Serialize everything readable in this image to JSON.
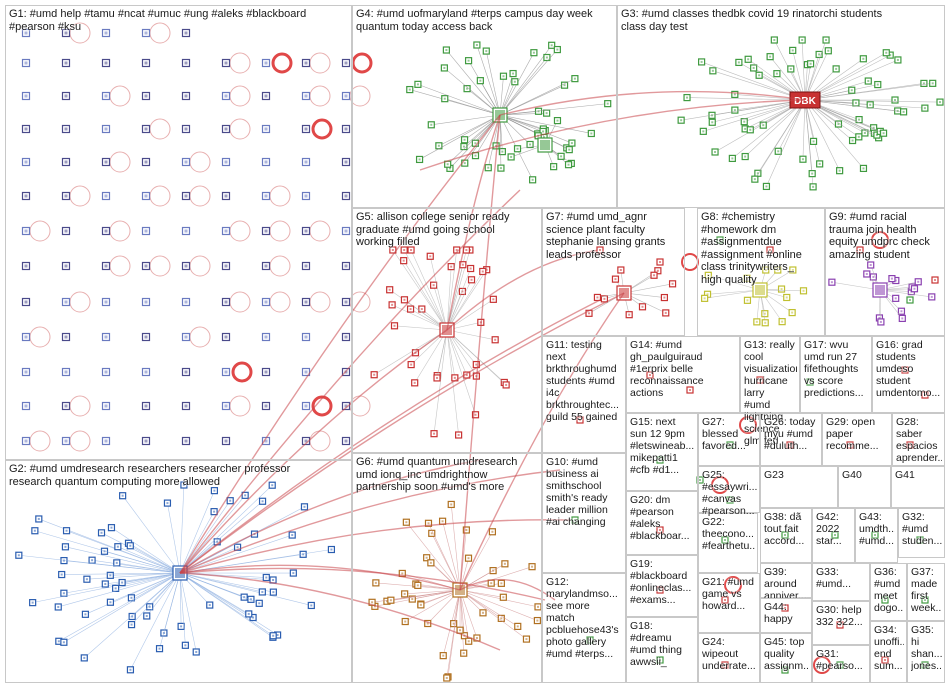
{
  "groups": [
    {
      "id": "G1",
      "text": "G1: #umd help #tamu #ncat #umuc #ung #aleks #blackboard\n#pearson #ksu"
    },
    {
      "id": "G2",
      "text": "G2: #umd umdresearch researchers researcher professor\nresearch quantum computing more allowed"
    },
    {
      "id": "G3",
      "text": "G3: #umd classes thedbk covid 19 rinatorchi students\nclass day test"
    },
    {
      "id": "G4",
      "text": "G4: #umd uofmaryland #terps campus day week\nquantum today access back"
    },
    {
      "id": "G5",
      "text": "G5: allison college senior ready\ngraduate #umd going school\nworking filled"
    },
    {
      "id": "G6",
      "text": "G6: #umd quantum umdresearch\numd ionq_inc umdrightnow\npartnership soon #umd's more"
    },
    {
      "id": "G7",
      "text": "G7: #umd umd_agnr\nscience plant faculty\nstephanie lansing grants\nleads professor"
    },
    {
      "id": "G8",
      "text": "G8: #chemistry\n#homework dm\n#assignmentdue\n#assignment #online\nclass trinitywriters_\nhigh quality"
    },
    {
      "id": "G9",
      "text": "G9: #umd racial\ntrauma join health\nequity umdprc check\namazing student"
    },
    {
      "id": "G10",
      "text": "G10: #umd\nbusiness ai\nsmithschool\nsmith's ready\nleader million\n#ai changing"
    },
    {
      "id": "G11",
      "text": "G11: testing\nnext\nbrkthroughumd\nstudents #umd\ni4c\nbrkthroughtec...\nguild 55 gained"
    },
    {
      "id": "G12",
      "text": "G12:\nmarylandmso...\nsee more\nmatch\npcbluehose43's\nphoto gallery\n#umd #terps..."
    },
    {
      "id": "G13",
      "text": "G13: really cool\nvisualization\nhurricane larry\n#umd lightning\nscience glm fed"
    },
    {
      "id": "G14",
      "text": "G14: #umd\ngh_paulguiraud\n#1erprix belle\nreconnaissance\nactions"
    },
    {
      "id": "G15",
      "text": "G15: next\nsun 12 9pm\n#letswineab...\nmikepatti1\n#cfb #d1..."
    },
    {
      "id": "G16",
      "text": "G16: grad\nstudents\numdeso\nstudent\numdentomo..."
    },
    {
      "id": "G17",
      "text": "G17: wvu\numd run 27\nfifethoughts\nvs score\npredictions..."
    },
    {
      "id": "G18",
      "text": "G18:\n#dreamu\n#umd thing\nawwsii_"
    },
    {
      "id": "G19",
      "text": "G19:\n#blackboard\n#onlineclas...\n#exams..."
    },
    {
      "id": "G20",
      "text": "G20: dm\n#pearson\n#aleks\n#blackboar..."
    },
    {
      "id": "G21",
      "text": "G21: #umd\ngame vs\nhoward..."
    },
    {
      "id": "G22",
      "text": "G22:\ntheecono...\n#fearthetu..."
    },
    {
      "id": "G23",
      "text": "G23"
    },
    {
      "id": "G24",
      "text": "G24:\nwipeout\nunderrate..."
    },
    {
      "id": "G25",
      "text": "G25:\n#essaywri...\n#canvas\n#pearson..."
    },
    {
      "id": "G26",
      "text": "G26: today\nmyu #umd\n#duluth..."
    },
    {
      "id": "G27",
      "text": "G27:\nblessed\nfavored..."
    },
    {
      "id": "G28",
      "text": "G28: saber\nespacios\naprender..."
    },
    {
      "id": "G29",
      "text": "G29: open\npaper\nrecomme..."
    },
    {
      "id": "G30",
      "text": "G30: help\n332 322..."
    },
    {
      "id": "G31",
      "text": "G31:\n#pearso..."
    },
    {
      "id": "G32",
      "text": "G32:\n#umd\nstuden..."
    },
    {
      "id": "G33",
      "text": "G33:\n#umd..."
    },
    {
      "id": "G34",
      "text": "G34:\nunoffi...\nend\nsum..."
    },
    {
      "id": "G35",
      "text": "G35:\nhi\nshan...\njones..."
    },
    {
      "id": "G36",
      "text": "G36:\n#umd\nmeet\ndogo..."
    },
    {
      "id": "G37",
      "text": "G37:\nmade\nfirst\nweek..."
    },
    {
      "id": "G38",
      "text": "G38: dã\ntout fait\naccord..."
    },
    {
      "id": "G39",
      "text": "G39:\naround\nanniver..."
    },
    {
      "id": "G40",
      "text": "G40"
    },
    {
      "id": "G41",
      "text": "G41"
    },
    {
      "id": "G42",
      "text": "G42:\n2022\nstar..."
    },
    {
      "id": "G43",
      "text": "G43:\numdth...\n#umd..."
    },
    {
      "id": "G44",
      "text": "G44:\nhappy"
    },
    {
      "id": "G45",
      "text": "G45: top\nquality\nassignm..."
    }
  ],
  "hub_badge": "DBK",
  "colors": {
    "panel_border": "#c8c8c8",
    "edge_red": "#c8464a",
    "edge_gray": "#9a9a9a",
    "node_green": "#3f9a3f",
    "node_blue": "#2a5db0",
    "node_red": "#c83232",
    "loop_red": "#e04848"
  }
}
